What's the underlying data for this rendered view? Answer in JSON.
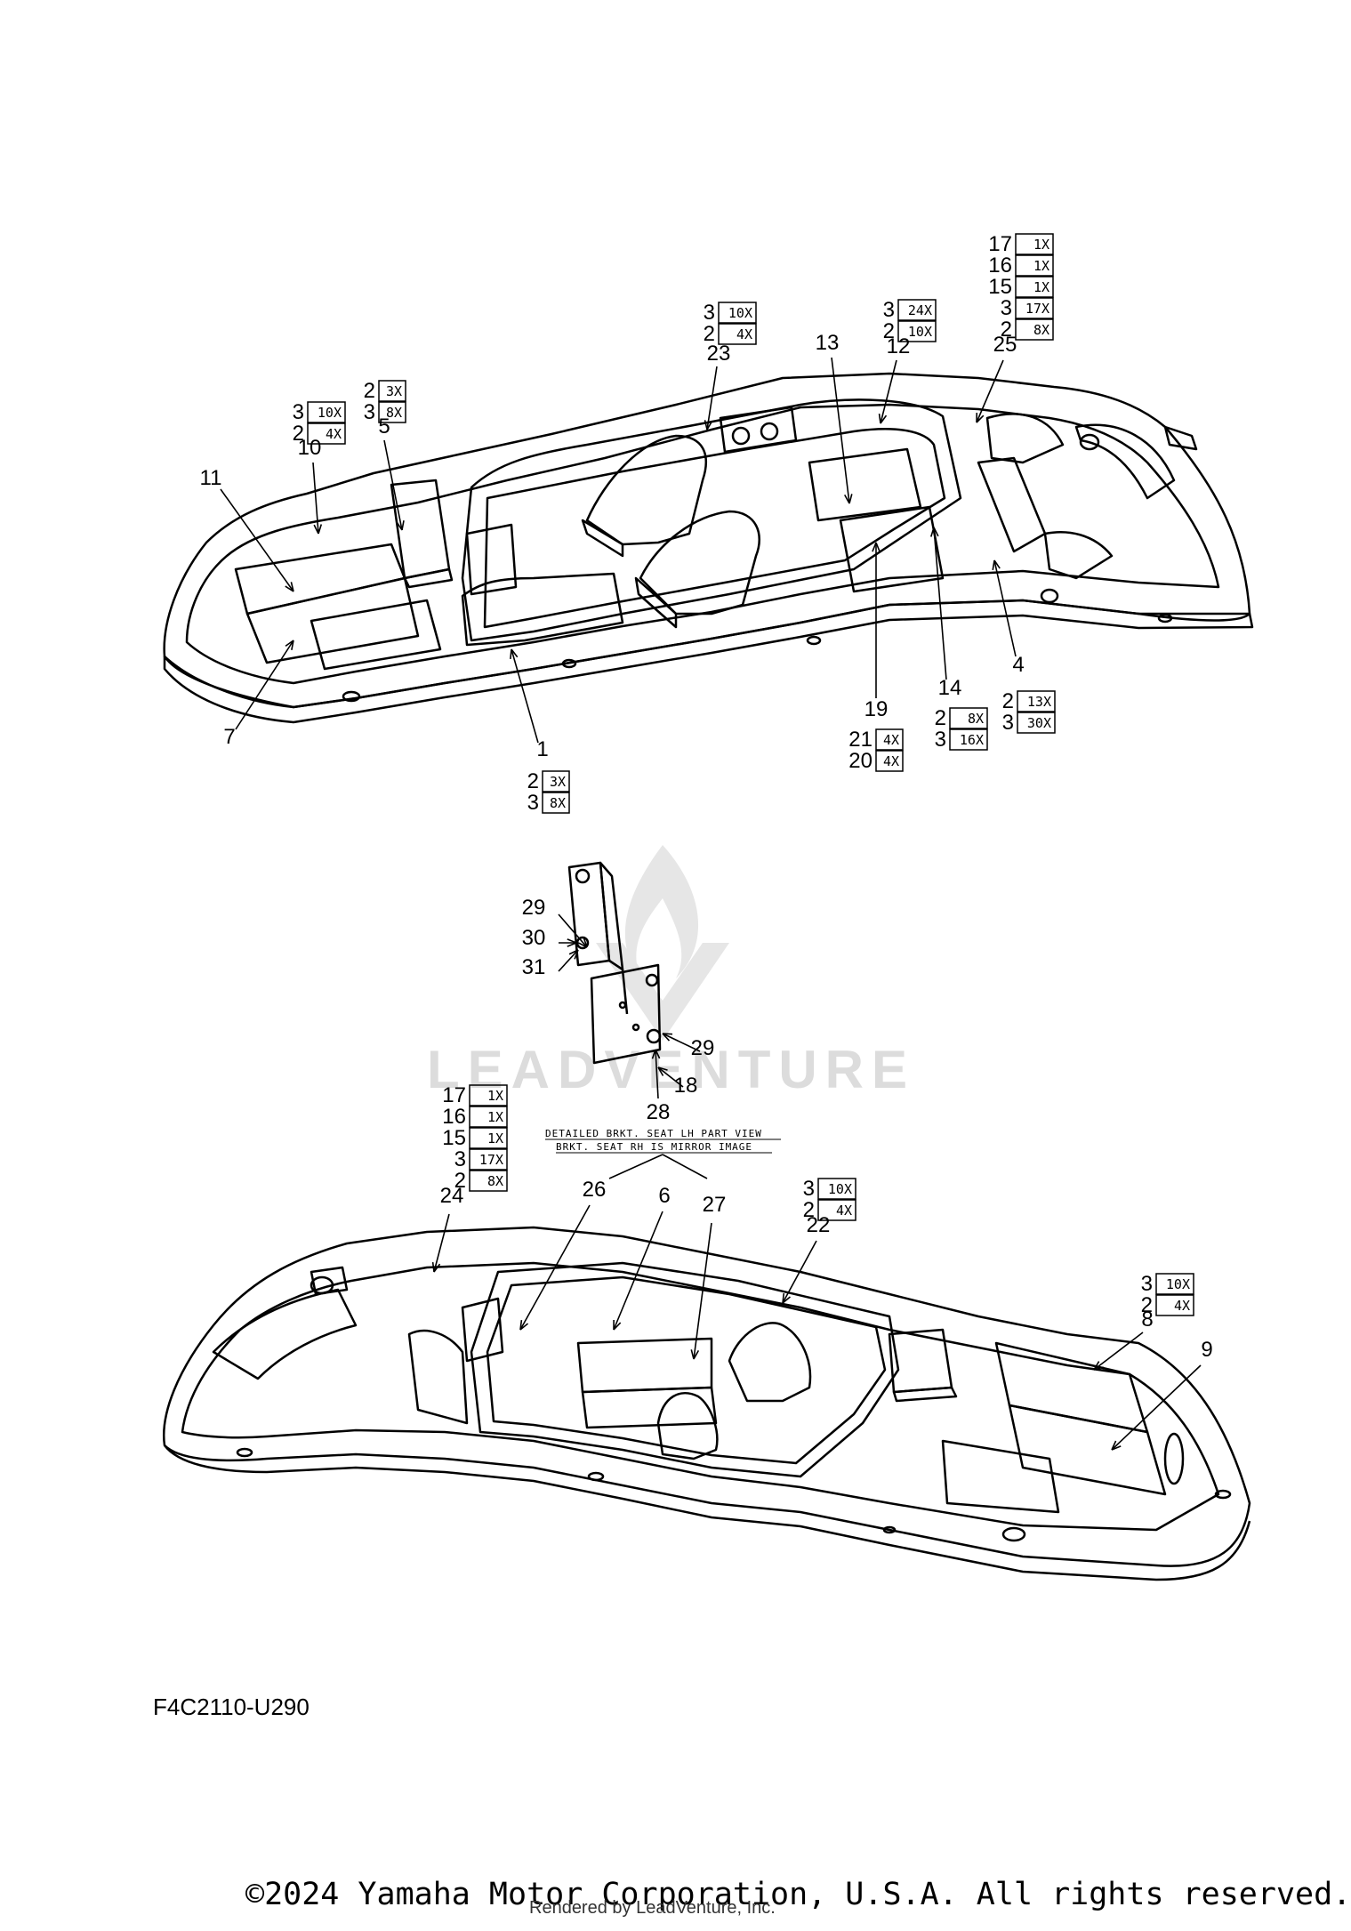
{
  "diagram": {
    "code": "F4C2110-U290",
    "copyright": "©2024 Yamaha Motor Corporation, U.S.A. All rights reserved.",
    "rendered_by": "Rendered by LeadVenture, Inc.",
    "watermark": "LEADVENTURE",
    "detail_caption": [
      "DETAILED BRKT. SEAT LH PART VIEW",
      "BRKT. SEAT RH IS MIRROR IMAGE"
    ],
    "callouts": [
      {
        "id": "c1",
        "label": "1"
      },
      {
        "id": "c4",
        "label": "4"
      },
      {
        "id": "c5",
        "label": "5"
      },
      {
        "id": "c6",
        "label": "6"
      },
      {
        "id": "c7",
        "label": "7"
      },
      {
        "id": "c8",
        "label": "8"
      },
      {
        "id": "c9",
        "label": "9"
      },
      {
        "id": "c10",
        "label": "10"
      },
      {
        "id": "c11",
        "label": "11"
      },
      {
        "id": "c12",
        "label": "12"
      },
      {
        "id": "c13",
        "label": "13"
      },
      {
        "id": "c14",
        "label": "14"
      },
      {
        "id": "c18",
        "label": "18"
      },
      {
        "id": "c19",
        "label": "19"
      },
      {
        "id": "c22",
        "label": "22"
      },
      {
        "id": "c23",
        "label": "23"
      },
      {
        "id": "c24",
        "label": "24"
      },
      {
        "id": "c25",
        "label": "25"
      },
      {
        "id": "c26",
        "label": "26"
      },
      {
        "id": "c27",
        "label": "27"
      },
      {
        "id": "c28",
        "label": "28"
      },
      {
        "id": "c29a",
        "label": "29"
      },
      {
        "id": "c29b",
        "label": "29"
      },
      {
        "id": "c30",
        "label": "30"
      },
      {
        "id": "c31",
        "label": "31"
      }
    ],
    "quantity_groups": [
      {
        "id": "q23",
        "rows": [
          {
            "part": "3",
            "qty": "10X"
          },
          {
            "part": "2",
            "qty": "4X"
          }
        ]
      },
      {
        "id": "q12",
        "rows": [
          {
            "part": "3",
            "qty": "24X"
          },
          {
            "part": "2",
            "qty": "10X"
          }
        ]
      },
      {
        "id": "q25",
        "rows": [
          {
            "part": "17",
            "qty": "1X"
          },
          {
            "part": "16",
            "qty": "1X"
          },
          {
            "part": "15",
            "qty": "1X"
          },
          {
            "part": "3",
            "qty": "17X"
          },
          {
            "part": "2",
            "qty": "8X"
          }
        ]
      },
      {
        "id": "q5",
        "rows": [
          {
            "part": "2",
            "qty": "3X"
          },
          {
            "part": "3",
            "qty": "8X"
          }
        ]
      },
      {
        "id": "q10",
        "rows": [
          {
            "part": "3",
            "qty": "10X"
          },
          {
            "part": "2",
            "qty": "4X"
          }
        ]
      },
      {
        "id": "q14",
        "rows": [
          {
            "part": "2",
            "qty": "8X"
          },
          {
            "part": "3",
            "qty": "16X"
          }
        ]
      },
      {
        "id": "q4",
        "rows": [
          {
            "part": "2",
            "qty": "13X"
          },
          {
            "part": "3",
            "qty": "30X"
          }
        ]
      },
      {
        "id": "q19",
        "rows": [
          {
            "part": "21",
            "qty": "4X"
          },
          {
            "part": "20",
            "qty": "4X"
          }
        ]
      },
      {
        "id": "q1",
        "rows": [
          {
            "part": "2",
            "qty": "3X"
          },
          {
            "part": "3",
            "qty": "8X"
          }
        ]
      },
      {
        "id": "q24",
        "rows": [
          {
            "part": "17",
            "qty": "1X"
          },
          {
            "part": "16",
            "qty": "1X"
          },
          {
            "part": "15",
            "qty": "1X"
          },
          {
            "part": "3",
            "qty": "17X"
          },
          {
            "part": "2",
            "qty": "8X"
          }
        ]
      },
      {
        "id": "q22",
        "rows": [
          {
            "part": "3",
            "qty": "10X"
          },
          {
            "part": "2",
            "qty": "4X"
          }
        ]
      },
      {
        "id": "q8",
        "rows": [
          {
            "part": "3",
            "qty": "10X"
          },
          {
            "part": "2",
            "qty": "4X"
          }
        ]
      }
    ]
  }
}
